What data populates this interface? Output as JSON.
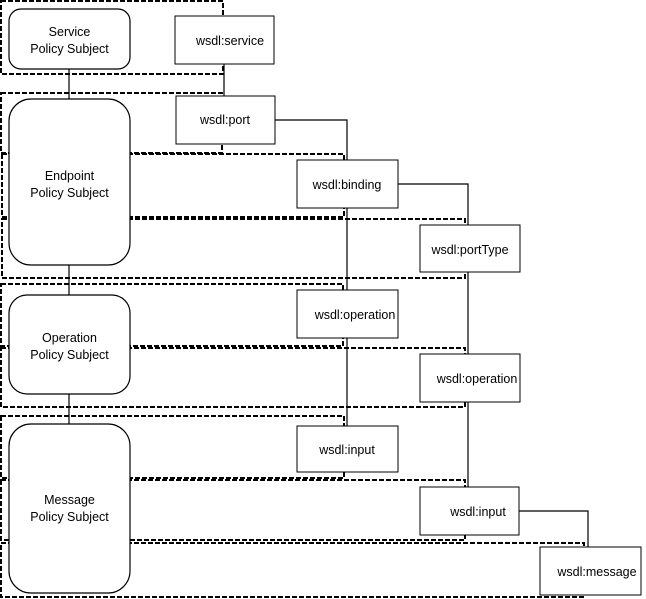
{
  "subjects": {
    "service": {
      "line1": "Service",
      "line2": "Policy Subject"
    },
    "endpoint": {
      "line1": "Endpoint",
      "line2": "Policy Subject"
    },
    "operation": {
      "line1": "Operation",
      "line2": "Policy Subject"
    },
    "message": {
      "line1": "Message",
      "line2": "Policy Subject"
    }
  },
  "wsdl": {
    "service": "wsdl:service",
    "port": "wsdl:port",
    "binding": "wsdl:binding",
    "port_type": "wsdl:portType",
    "binding_operation": "wsdl:operation",
    "port_type_operation": "wsdl:operation",
    "binding_input": "wsdl:input",
    "port_type_input": "wsdl:input",
    "message": "wsdl:message"
  }
}
